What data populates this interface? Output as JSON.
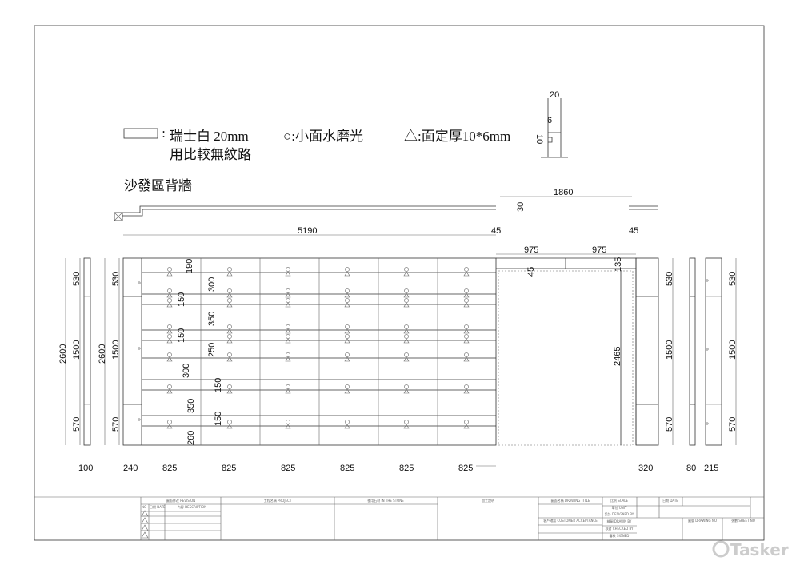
{
  "legend": {
    "rect_label": "瑞士白 20mm",
    "rect_note": "用比較無紋路",
    "circle_label": "○:小面水磨光",
    "triangle_label": "△:面定厚10*6mm",
    "detail_dims": {
      "top": "20",
      "mid": "6",
      "side": "10"
    }
  },
  "title": "沙發區背牆",
  "plan_dims": {
    "total": "5190",
    "opening": "1860",
    "depth": "30",
    "left_return": "45",
    "right_return": "45"
  },
  "top_dims": {
    "opening_left": "975",
    "opening_right": "975",
    "lintel": "135",
    "reveal": "45",
    "opening_height": "2465"
  },
  "vertical_dims": {
    "total_left_a": "2600",
    "total_left_b": "2600",
    "segments_left_a": [
      "530",
      "1500",
      "570"
    ],
    "segments_left_b": [
      "530",
      "1500",
      "570"
    ],
    "segments_right_a": [
      "530",
      "1500",
      "570"
    ],
    "segments_right_b": [
      "530",
      "1500",
      "570"
    ]
  },
  "row_dims": [
    "190",
    "300",
    "150",
    "350",
    "150",
    "250",
    "300",
    "150",
    "350",
    "150",
    "260"
  ],
  "bottom_dims": [
    "100",
    "240",
    "825",
    "825",
    "825",
    "825",
    "825",
    "825",
    "320",
    "80",
    "215"
  ],
  "title_block": {
    "revision": "圖面修改 REVISION",
    "no": "NO",
    "date": "日期 DATE",
    "description": "內容 DESCRIPTION",
    "project": "工程名稱 PROJECT",
    "stone": "使用石材 IN THE STONE",
    "process": "加工說明",
    "drawing_title": "圖面名稱 DRAWING TITLE",
    "scale": "比例 SCALE",
    "unit": "單位 UNIT",
    "designed": "設計 DESIGNED BY",
    "customer": "客戶確認 CUSTOMER ACCEPTANCE",
    "drawn": "繪圖 DRAWN BY",
    "checked": "核對 CHECKED BY",
    "signed": "審核 SIGNED",
    "date2": "日期 DATE",
    "drawing_no": "圖號 DRAWING NO",
    "sheet_no": "張數 SHEET NO"
  },
  "watermark": "Tasker"
}
